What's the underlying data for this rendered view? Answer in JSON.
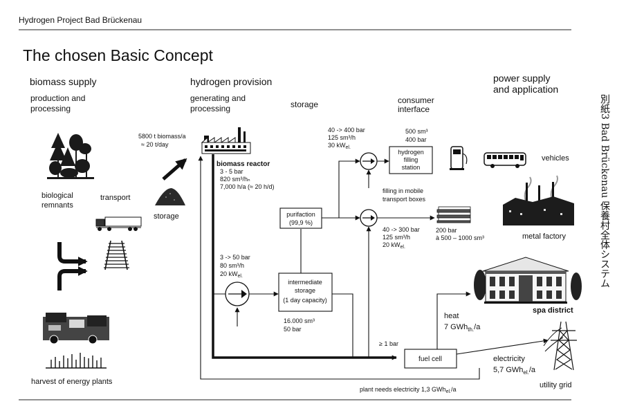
{
  "header": {
    "project": "Hydrogen Project  Bad Brückenau",
    "side_note": "別紙3  Bad Brückenau 保養村全体システム"
  },
  "title": "The chosen Basic Concept",
  "columns": {
    "biomass_supply": {
      "title": "biomass supply",
      "subtitle": [
        "production and",
        "processing"
      ]
    },
    "hydrogen_provision": {
      "title": "hydrogen provision",
      "subtitle": [
        "generating and",
        "processing"
      ],
      "storage": "storage",
      "consumer_interface": [
        "consumer",
        "interface"
      ]
    },
    "power_supply": {
      "title": [
        "power supply",
        "and application"
      ]
    }
  },
  "biomass": {
    "input": [
      "5800 t biomass/a",
      "≈ 20 t/day"
    ],
    "biological_remnants": [
      "biological",
      "remnants"
    ],
    "transport": "transport",
    "storage": "storage",
    "harvest": "harvest of  energy plants"
  },
  "reactor": {
    "name": "biomass reactor",
    "specs": [
      "3 - 5 bar",
      "820 sm³/hₙ",
      "7,000 h/a (≈ 20 h/d)"
    ]
  },
  "purification": {
    "label": "purifaction",
    "purity": "(99,9 %)"
  },
  "compressor_low": {
    "pressure": "3 -> 50 bar",
    "flow": "80 sm³/h",
    "power": "20 kW",
    "power_sub": "el."
  },
  "intermediate_storage": {
    "label": [
      "intermediate",
      "storage",
      "(1 day capacity)"
    ],
    "capacity": "16.000 sm³",
    "pressure": "50 bar"
  },
  "compressor_station": {
    "pressure": "40 -> 400 bar",
    "flow": "125 sm³/h",
    "power": "30 kW",
    "power_sub": "el."
  },
  "filling_station": {
    "label": [
      "hydrogen",
      "filling",
      "station"
    ],
    "capacity": "500 sm³",
    "pressure": "400 bar"
  },
  "compressor_mobile": {
    "caption": [
      "filling in mobile",
      "transport boxes"
    ],
    "pressure": "40 -> 300 bar",
    "flow": "125 sm³/h",
    "power": "20 kW",
    "power_sub": "el."
  },
  "transport_boxes": {
    "pressure": "200 bar",
    "capacity": "à 500 – 1000 sm³"
  },
  "fuel_cell": {
    "label": "fuel cell",
    "inlet_pressure": "≥ 1 bar"
  },
  "heat": {
    "label": "heat",
    "value": "7 GWh",
    "sub": "th.",
    "unit": "/a"
  },
  "electricity": {
    "label": "electricity",
    "value": "5,7 GWh",
    "sub": "el.",
    "unit": "/a"
  },
  "plant_needs": {
    "label": "plant needs electricity 1,3 GWh",
    "sub": "el.",
    "unit": "/a"
  },
  "applications": {
    "vehicles": "vehicles",
    "metal_factory": "metal factory",
    "spa_district": "spa district",
    "utility_grid": "utility grid"
  },
  "icons": [
    "trees-illustration",
    "truck-illustration",
    "storage-pile-illustration",
    "factory-illustration",
    "merge-arrows-icon",
    "railway-track-illustration",
    "harvester-illustration",
    "energy-plants-illustration",
    "compressor-icon",
    "fuel-pump-icon",
    "bus-icon",
    "transport-box-tubes-illustration",
    "metal-factory-illustration",
    "spa-villa-illustration",
    "power-tower-icon"
  ]
}
